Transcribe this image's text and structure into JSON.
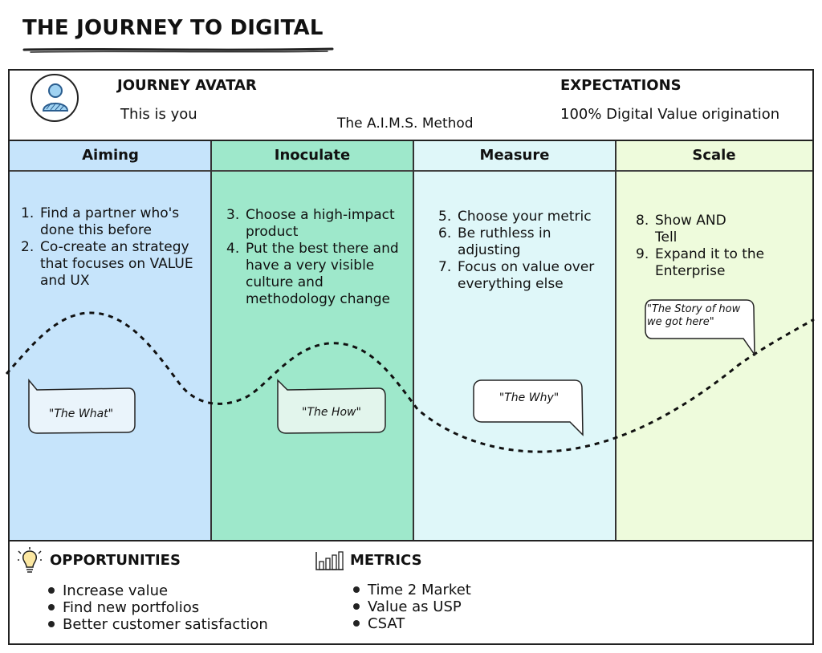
{
  "title": "THE JOURNEY TO DIGITAL",
  "header": {
    "avatar_label": "JOURNEY AVATAR",
    "avatar_text": "This is you",
    "method": "The A.I.M.S. Method",
    "expectations_label": "EXPECTATIONS",
    "expectations_text": "100% Digital Value origination"
  },
  "columns": [
    {
      "title": "Aiming",
      "color": "#c6e4fb",
      "steps": [
        {
          "num": "1.",
          "text": "Find a partner who's done this before"
        },
        {
          "num": "2.",
          "text": "Co-create an strategy that focuses on VALUE and UX"
        }
      ],
      "bubble": "\"The What\""
    },
    {
      "title": "Inoculate",
      "color": "#9ee8cb",
      "steps": [
        {
          "num": "3.",
          "text": "Choose a high-impact product"
        },
        {
          "num": "4.",
          "text": "Put the best there and have a very visible culture and methodology change"
        }
      ],
      "bubble": "\"The How\""
    },
    {
      "title": "Measure",
      "color": "#dff7f9",
      "steps": [
        {
          "num": "5.",
          "text": "Choose your metric"
        },
        {
          "num": "6.",
          "text": "Be ruthless in adjusting"
        },
        {
          "num": "7.",
          "text": "Focus on value over everything else"
        }
      ],
      "bubble": "\"The Why\""
    },
    {
      "title": "Scale",
      "color": "#eefbdc",
      "steps": [
        {
          "num": "8.",
          "text": "Show AND Tell"
        },
        {
          "num": "9.",
          "text": "Expand it to the Enterprise"
        }
      ],
      "bubble": "\"The Story of how we got here\""
    }
  ],
  "opportunities": {
    "label": "OPPORTUNITIES",
    "icon": "lightbulb-icon",
    "items": [
      "Increase value",
      "Find new portfolios",
      "Better customer satisfaction"
    ]
  },
  "metrics": {
    "label": "METRICS",
    "icon": "bar-chart-icon",
    "items": [
      "Time 2 Market",
      "Value as USP",
      "CSAT"
    ]
  }
}
